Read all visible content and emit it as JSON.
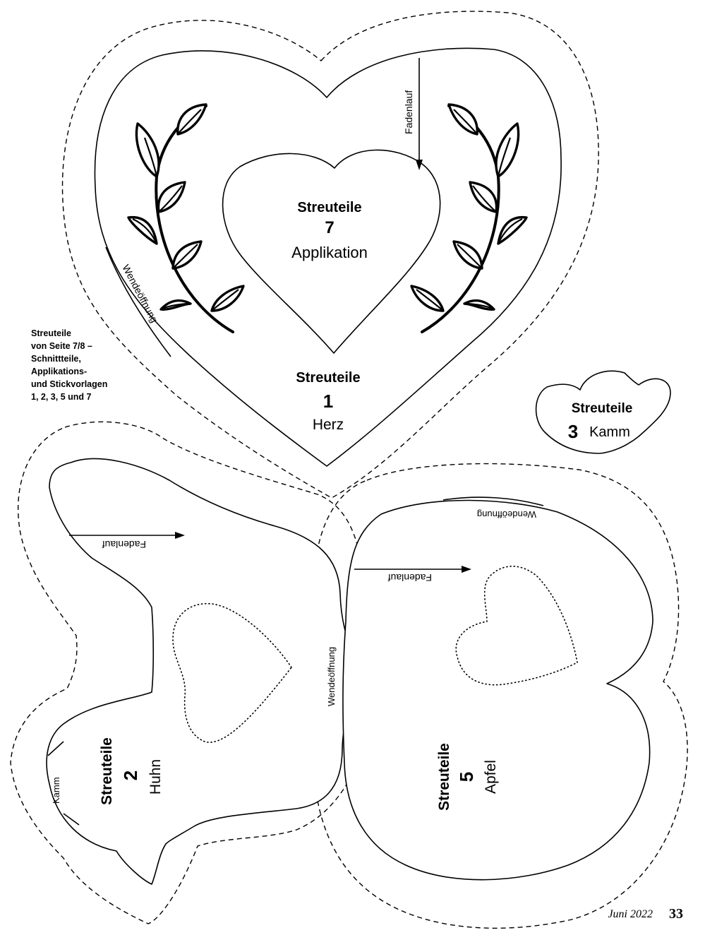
{
  "pieces": {
    "herz": {
      "label": "Streuteile",
      "number": "1",
      "name": "Herz"
    },
    "applikation": {
      "label": "Streuteile",
      "number": "7",
      "name": "Applikation"
    },
    "kamm": {
      "label": "Streuteile",
      "number": "3",
      "name": "Kamm"
    },
    "huhn": {
      "label": "Streuteile",
      "number": "2",
      "name": "Huhn"
    },
    "apfel": {
      "label": "Streuteile",
      "number": "5",
      "name": "Apfel"
    }
  },
  "markings": {
    "grain_line": "Fadenlauf",
    "turning_opening": "Wendeöffnung",
    "comb_mark": "Kamm"
  },
  "side_note": {
    "lines": [
      "Streuteile",
      "von Seite 7/8 –",
      "Schnittteile,",
      "Applikations-",
      "und Stickvorlagen",
      "1, 2, 3, 5 und 7"
    ]
  },
  "footer": {
    "issue": "Juni 2022",
    "page_number": "33"
  },
  "icons": [
    "grain-arrow-icon",
    "leaf-branch-icon"
  ]
}
